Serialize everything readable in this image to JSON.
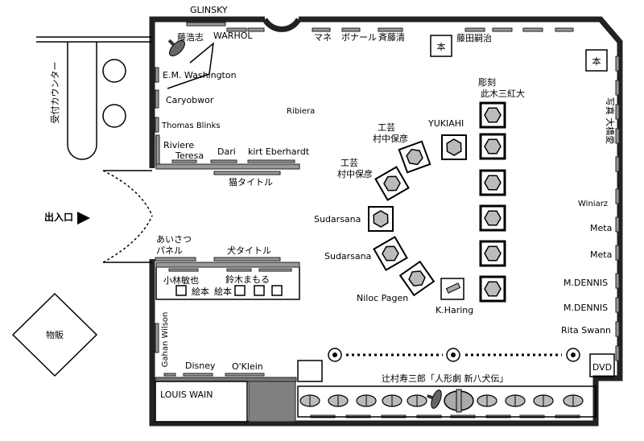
{
  "labels": {
    "glinsky": "GLINSKY",
    "warhol": "WARHOL",
    "fujiwara_hiroshi": "藤浩志",
    "manet": "マネ",
    "bonnard": "ボナール",
    "saito_kiyoshi": "斉藤清",
    "book1": "本",
    "fujita": "藤田嗣治",
    "book2": "本",
    "reception": "受付カウンター",
    "em_washington": "E.M. Washington",
    "caryobwor": "Caryobwor",
    "ribiera": "Ribiera",
    "thomas_blinks": "Thomas Blinks",
    "riviere": "Riviere",
    "teresa": "Teresa",
    "dari": "Dari",
    "kirt_eberhardt": "kirt Eberhardt",
    "cat_title": "猫タイトル",
    "entrance": "出入口",
    "greeting_panel_1": "あいさつ",
    "greeting_panel_2": "パネル",
    "dog_title": "犬タイトル",
    "kobayashi": "小林敏也",
    "suzuki": "鈴木まもる",
    "picture_book_1": "絵本",
    "picture_book_2": "絵本",
    "shop": "物販",
    "gahan_wilson": "Gahan Wilson",
    "disney": "Disney",
    "oklein": "O'Klein",
    "louis_wain": "LOUIS WAIN",
    "sculpture_1": "彫刻",
    "sculpture_2": "此木三紅大",
    "yukiahi": "YUKIAHI",
    "craft_1a": "工芸",
    "craft_1b": "村中保彦",
    "craft_2a": "工芸",
    "craft_2b": "村中保彦",
    "sudarsana_1": "Sudarsana",
    "sudarsana_2": "Sudarsana",
    "niloc_pagen": "Niloc Pagen",
    "k_haring": "K.Haring",
    "photo": "写真 大橋愛",
    "winiarz": "Winiarz",
    "meta_1": "Meta",
    "meta_2": "Meta",
    "mdennis_1": "M.DENNIS",
    "mdennis_2": "M.DENNIS",
    "rita_swann": "Rita Swann",
    "dvd": "DVD",
    "tsujimura": "辻村寿三郎「人形劇 新八犬伝」"
  },
  "colors": {
    "wall": "#222222",
    "panel": "#999999",
    "exhibit_fill": "#bbbbbb",
    "shaded_block": "#808080"
  },
  "icons": {
    "entrance_arrow": "arrow-right-icon",
    "spotlight": "spotlight-icon",
    "doll": "doll-icon",
    "target": "target-icon"
  }
}
